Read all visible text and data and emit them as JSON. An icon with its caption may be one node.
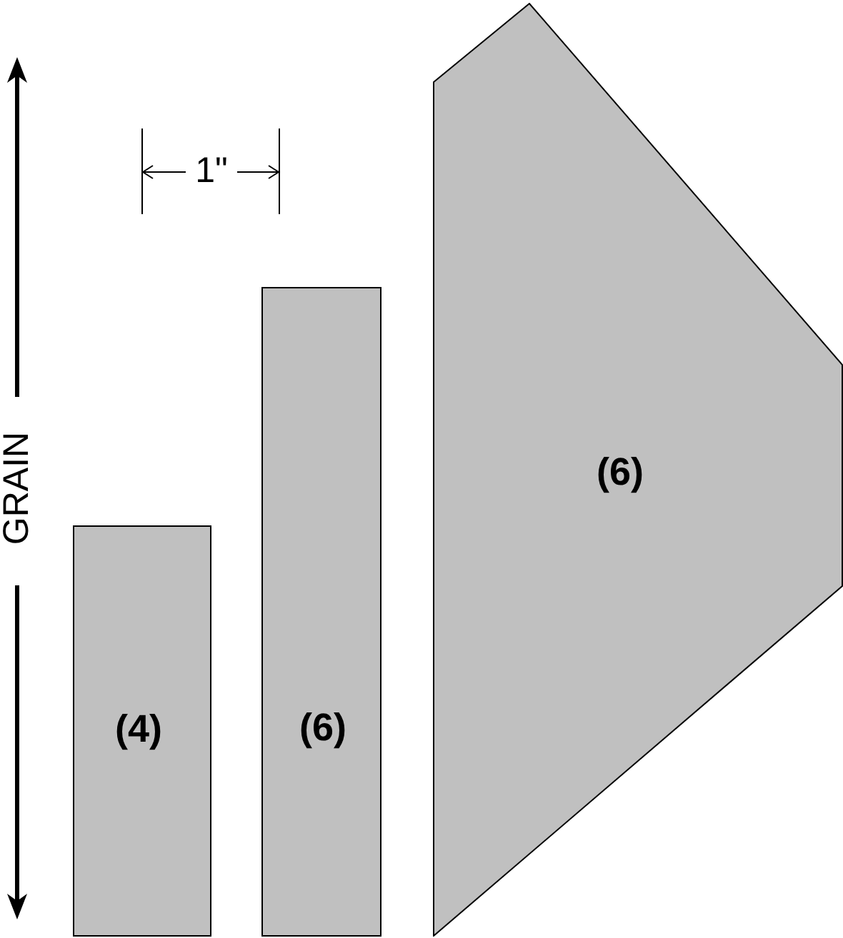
{
  "diagram": {
    "nodes": [
      {
        "text": [
          "(4)"
        ]
      },
      {
        "text": [
          "(6)"
        ]
      },
      {
        "text": [
          "(6)"
        ]
      }
    ],
    "labels": [
      "GRAIN",
      "1\""
    ]
  }
}
